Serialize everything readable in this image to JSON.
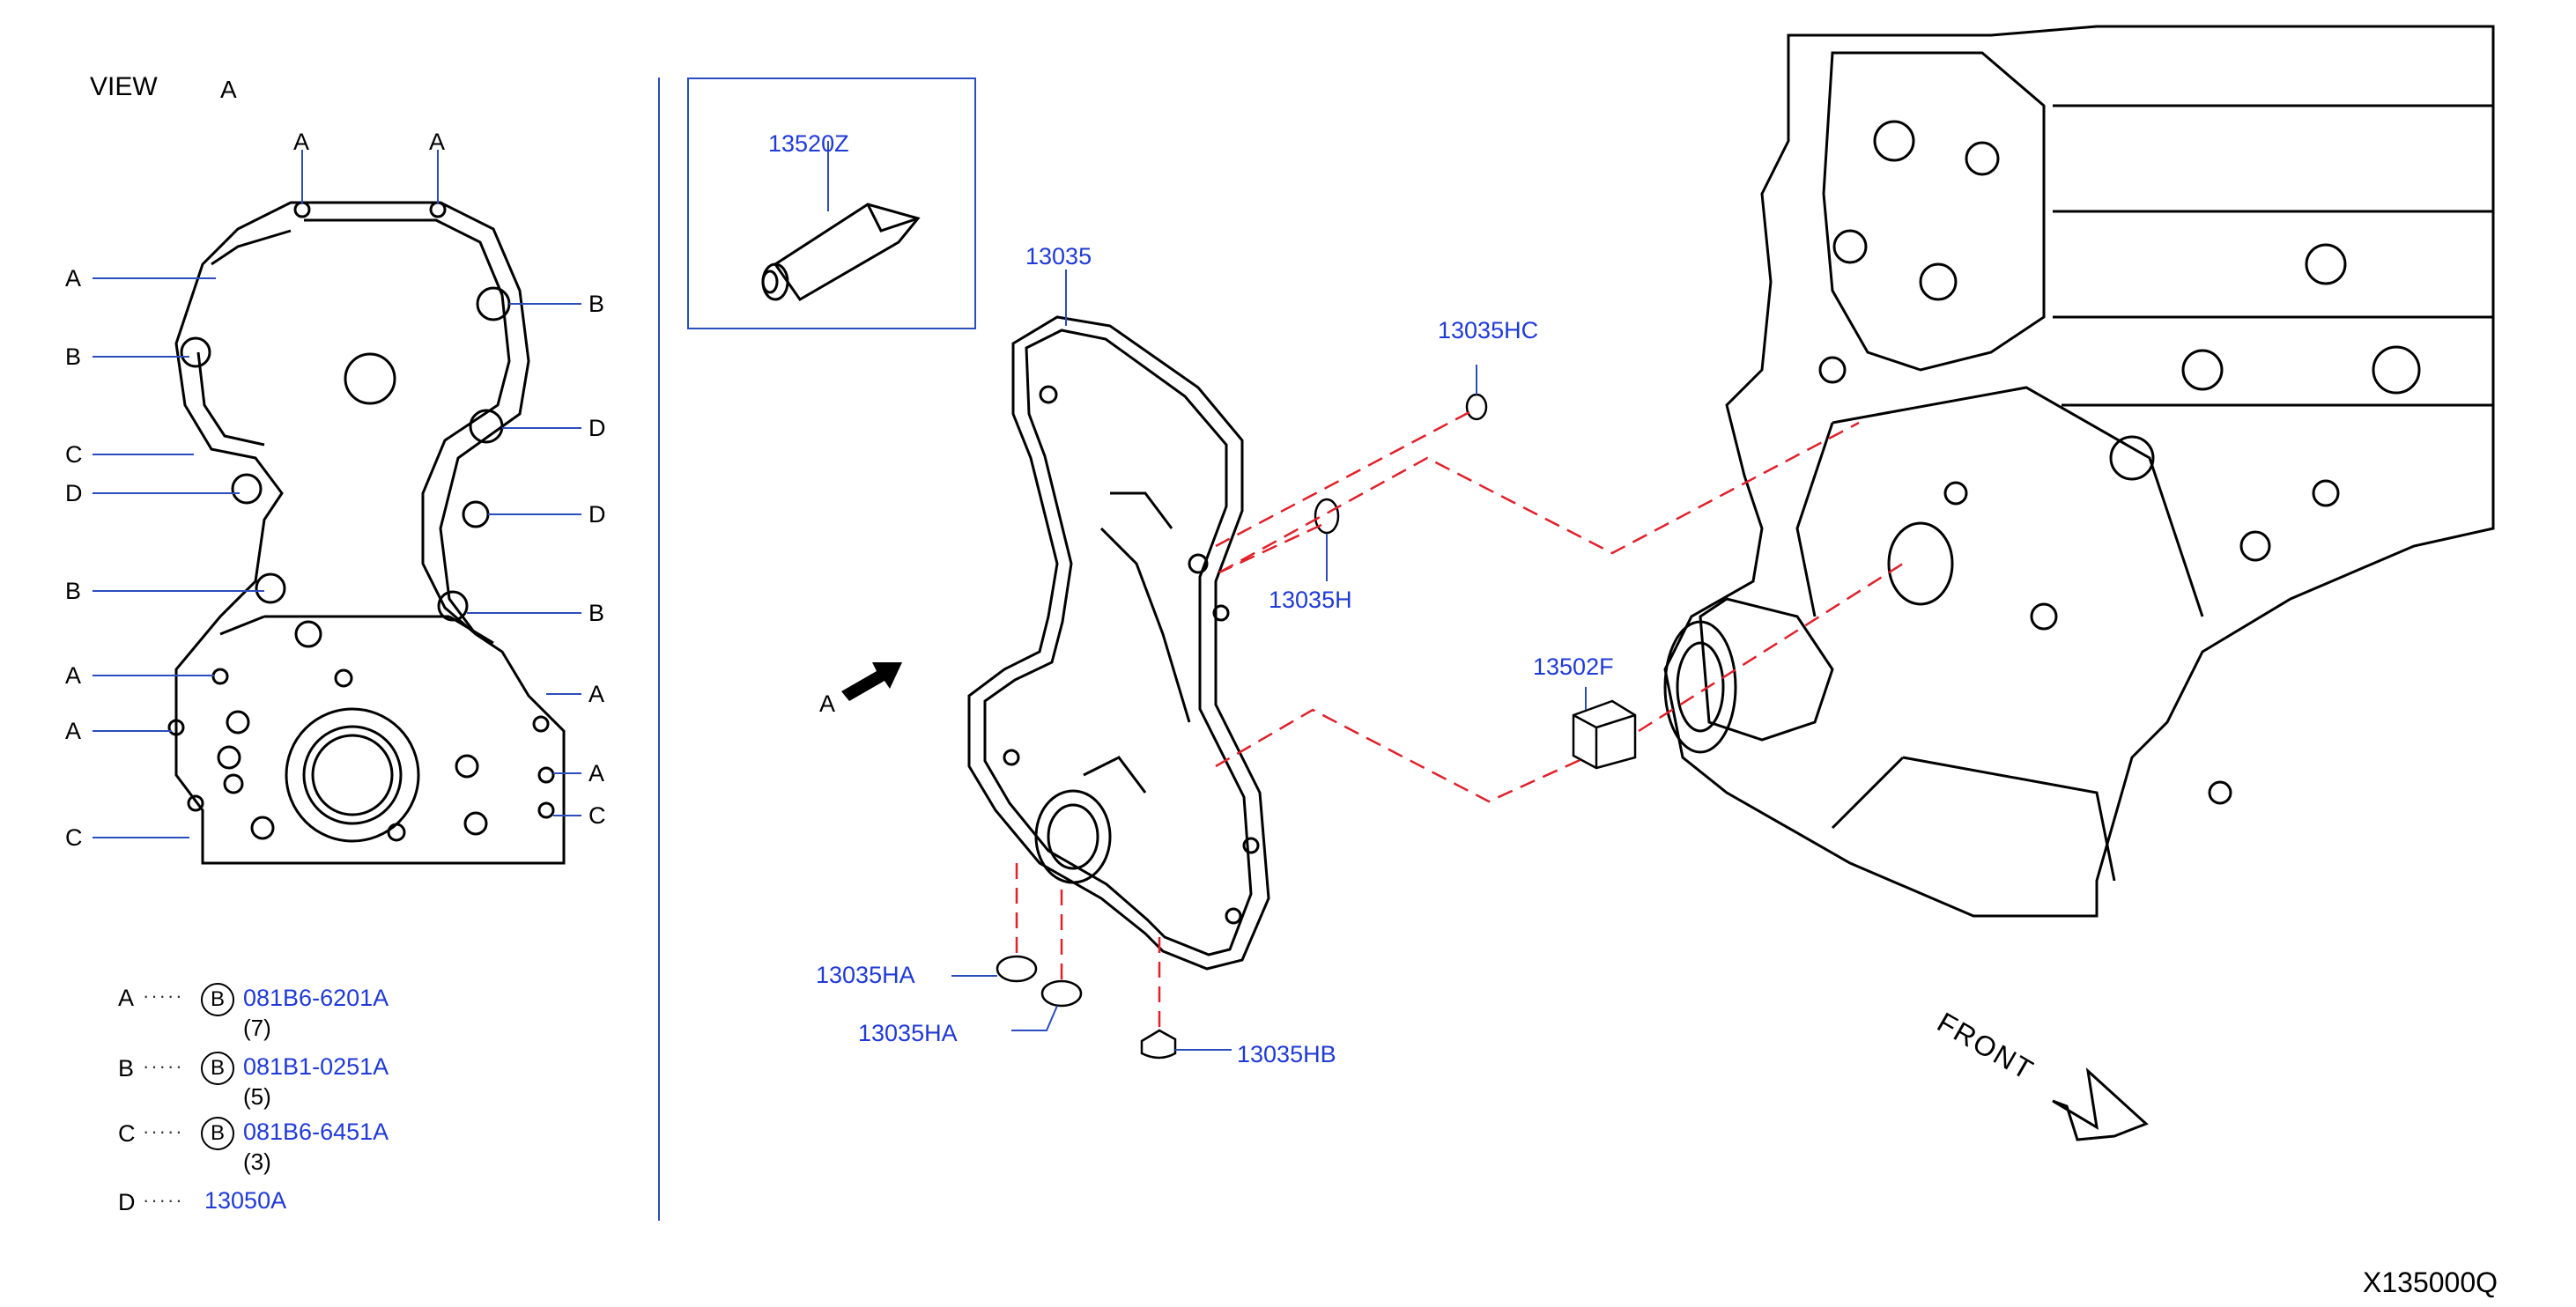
{
  "view": {
    "title": "VIEW",
    "letter": "A"
  },
  "callouts_left": [
    "A",
    "A",
    "A",
    "B",
    "C",
    "D",
    "B",
    "A",
    "A",
    "C"
  ],
  "callouts_right": [
    "B",
    "D",
    "D",
    "B",
    "A",
    "A",
    "C"
  ],
  "legend": [
    {
      "letter": "A",
      "dots": "·····",
      "symbol": "B",
      "part": "081B6-6201A",
      "qty": "(7)"
    },
    {
      "letter": "B",
      "dots": "·····",
      "symbol": "B",
      "part": "081B1-0251A",
      "qty": "(5)"
    },
    {
      "letter": "C",
      "dots": "·····",
      "symbol": "B",
      "part": "081B6-6451A",
      "qty": "(3)"
    },
    {
      "letter": "D",
      "dots": "·····",
      "part": "13050A"
    }
  ],
  "parts": {
    "sealant": "13520Z",
    "front_cover": "13035",
    "cap_hc": "13035HC",
    "cap_h": "13035H",
    "seal": "13502F",
    "plug_ha_1": "13035HA",
    "plug_ha_2": "13035HA",
    "plug_hb": "13035HB"
  },
  "arrow_label": "A",
  "front_label": "FRONT",
  "diagram_id": "X135000Q",
  "colors": {
    "part_number": "#1f3ad6",
    "leader_dashed": "#e0202a",
    "frame": "#2a4dbd",
    "line": "#000000"
  }
}
